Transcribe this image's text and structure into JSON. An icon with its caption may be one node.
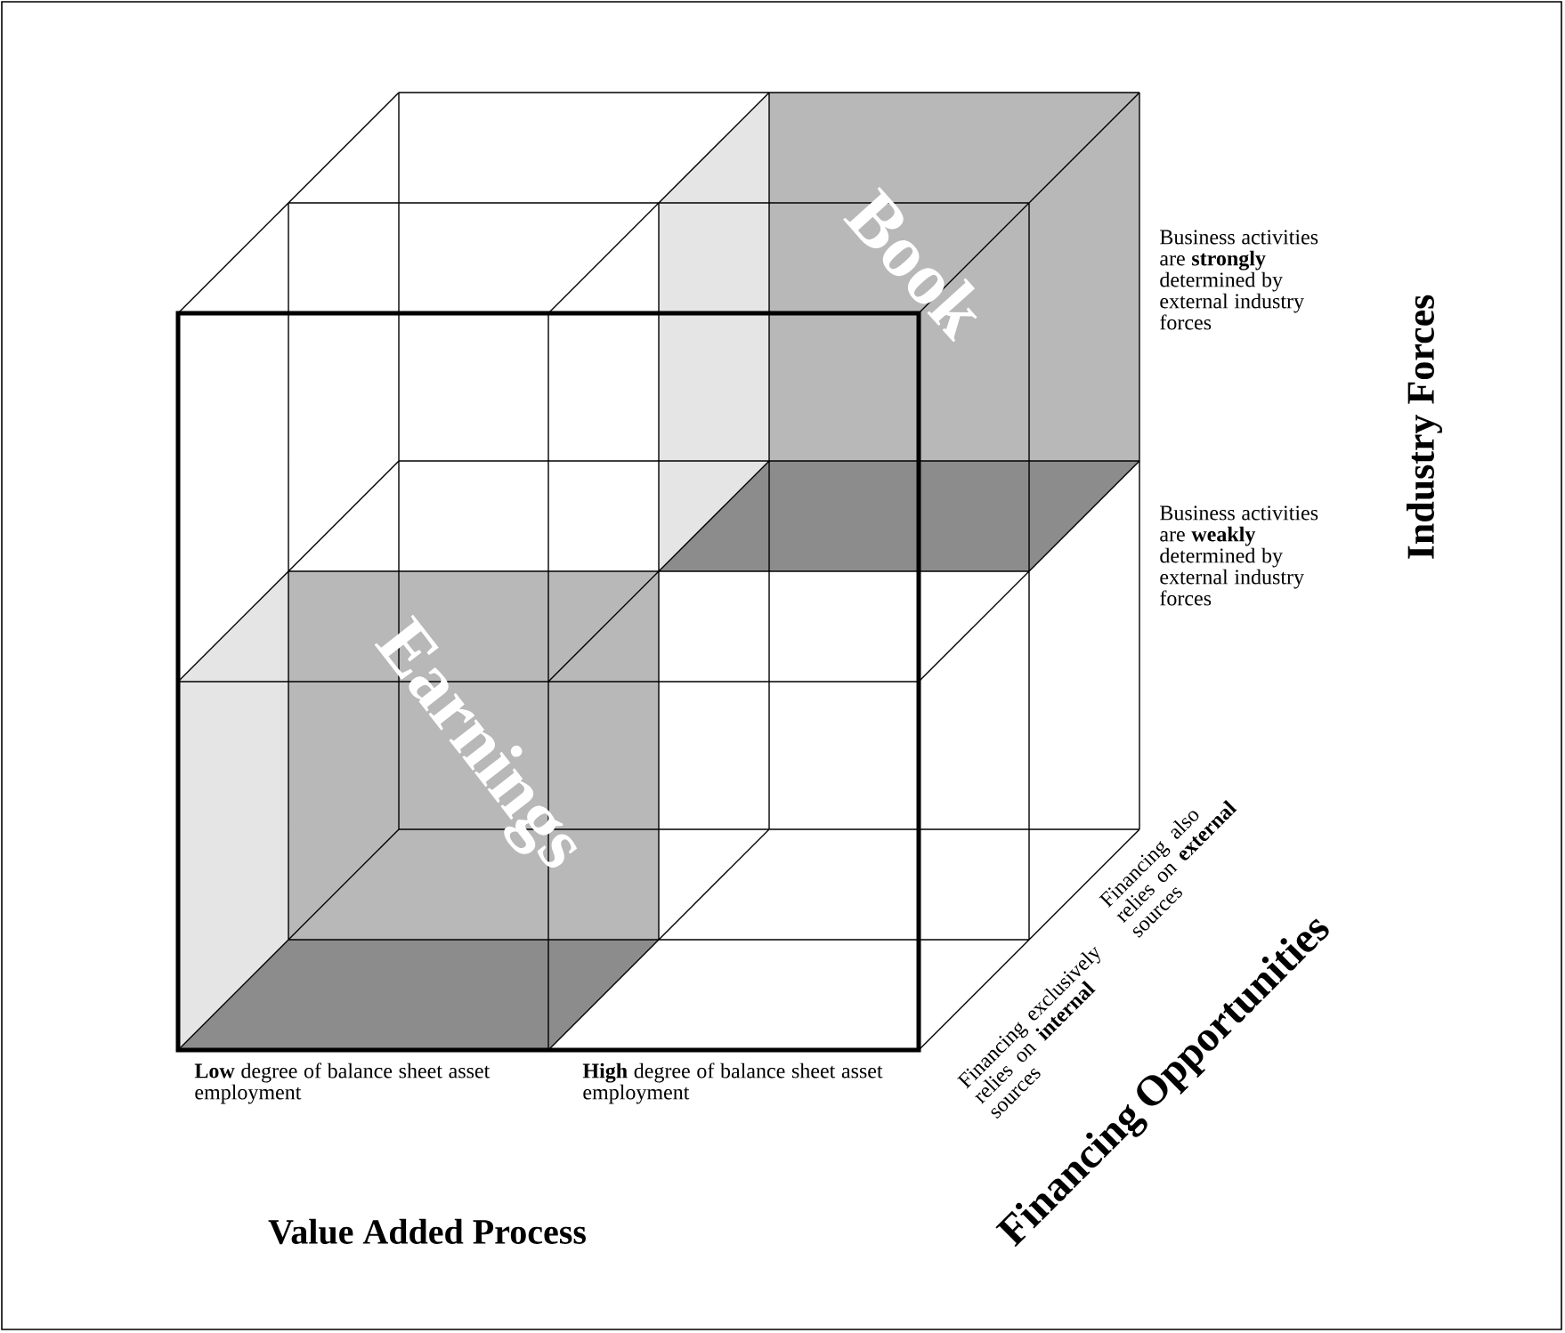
{
  "diagram": {
    "nodes": [
      {
        "text": [
          "Earnings"
        ]
      },
      {
        "text": [
          "Book"
        ]
      }
    ],
    "labels": [
      "Business activities are **strongly** determined by external industry forces",
      "Industry Forces",
      "Business activities are **weakly** determined by external industry forces",
      "Financing also relies on **external** sources",
      "Financing exclusively relies on **internal** sources",
      "Financing Opportunities",
      "**Low** degree of balance sheet asset employment",
      "**High** degree of balance sheet asset employment",
      "Value Added Process"
    ]
  }
}
